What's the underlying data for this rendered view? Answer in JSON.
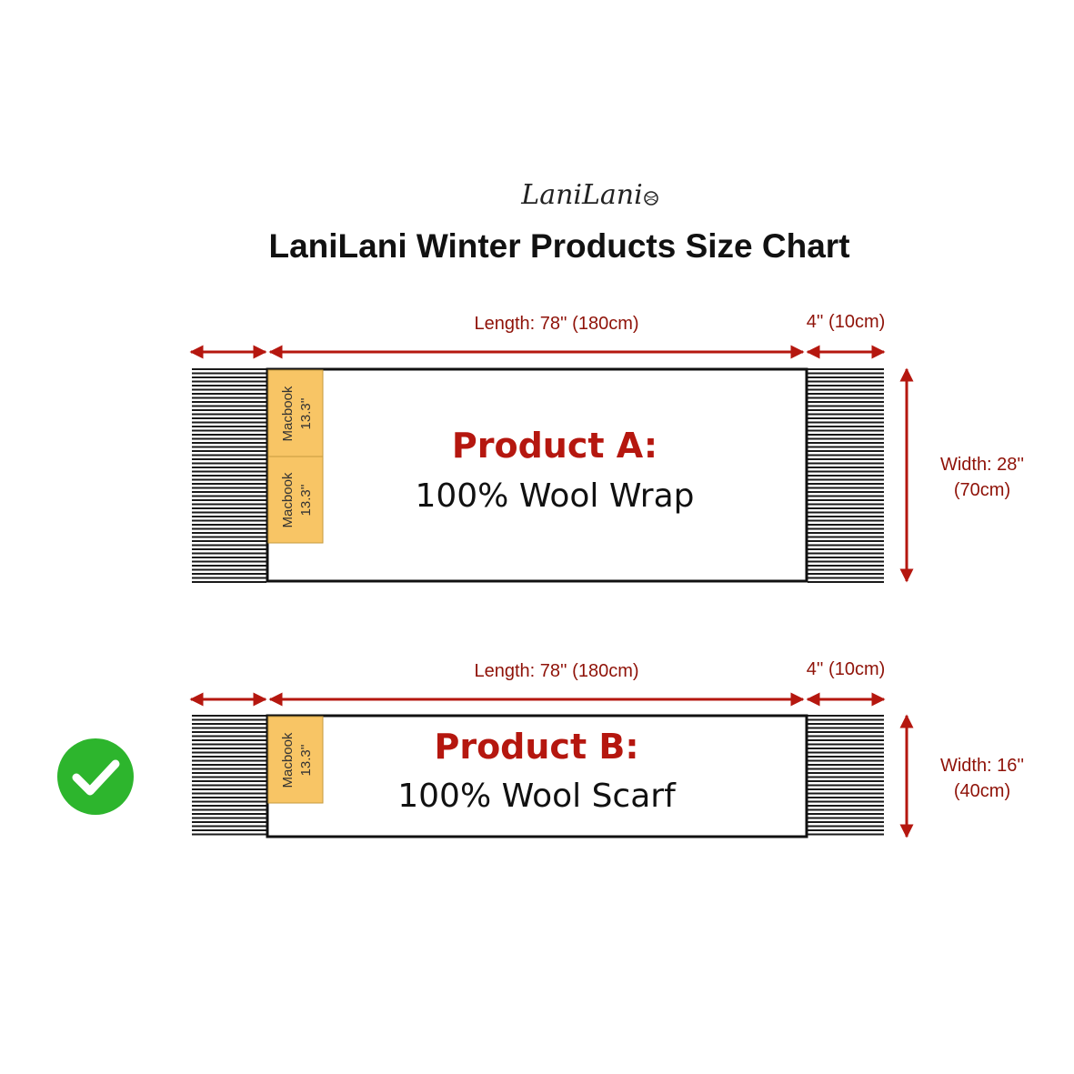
{
  "brand": {
    "logo_text": "LaniLani"
  },
  "title": "LaniLani Winter Products Size Chart",
  "colors": {
    "dimension": "#b5170f",
    "dimension_text": "#8f1208",
    "macbook_fill": "#f8c565",
    "check_green": "#2db52d",
    "outline": "#111111"
  },
  "products": [
    {
      "id": "a",
      "name": "Product A:",
      "description": "100% Wool Wrap",
      "length_label": "Length: 78'' (180cm)",
      "fringe_label": "4'' (10cm)",
      "width_label_line1": "Width: 28''",
      "width_label_line2": "(70cm)",
      "macbooks": [
        {
          "line1": "Macbook",
          "line2": "13.3''"
        },
        {
          "line1": "Macbook",
          "line2": "13.3''"
        }
      ],
      "selected": false
    },
    {
      "id": "b",
      "name": "Product B:",
      "description": "100% Wool Scarf",
      "length_label": "Length: 78'' (180cm)",
      "fringe_label": "4'' (10cm)",
      "width_label_line1": "Width: 16''",
      "width_label_line2": "(40cm)",
      "macbooks": [
        {
          "line1": "Macbook",
          "line2": "13.3''"
        }
      ],
      "selected": true,
      "selected_icon": "check-circle-icon"
    }
  ]
}
